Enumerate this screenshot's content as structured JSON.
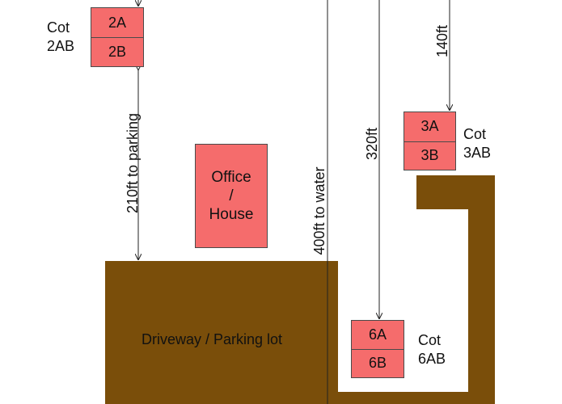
{
  "colors": {
    "building": "#f56c6c",
    "ground": "#7a4e0a",
    "line": "#222222",
    "border": "#4a4a4a"
  },
  "cot2": {
    "unit_a": "2A",
    "unit_b": "2B",
    "label_line1": "Cot",
    "label_line2": "2AB"
  },
  "cot3": {
    "unit_a": "3A",
    "unit_b": "3B",
    "label_line1": "Cot",
    "label_line2": "3AB"
  },
  "cot6": {
    "unit_a": "6A",
    "unit_b": "6B",
    "label_line1": "Cot",
    "label_line2": "6AB"
  },
  "office": {
    "line1": "Office",
    "line2": "/",
    "line3": "House"
  },
  "parking": {
    "label": "Driveway / Parking lot"
  },
  "distances": {
    "to_parking": "210ft to parking",
    "to_water": "400ft to water",
    "d320": "320ft",
    "d140": "140ft"
  }
}
